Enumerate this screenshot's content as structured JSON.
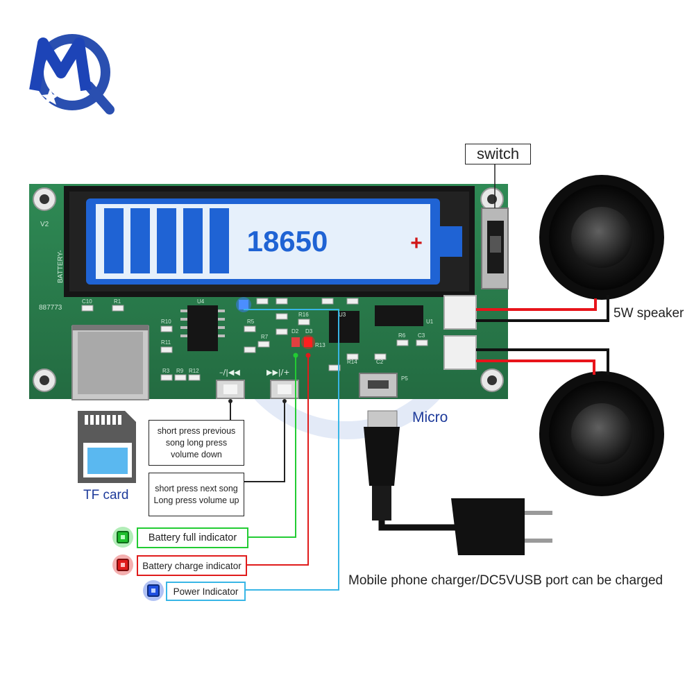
{
  "board": {
    "battery_text": "18650",
    "plus_sign": "+",
    "silk_battery": "BATTERY-",
    "silk_version": "V2",
    "silk_code": "887773",
    "silk_prev": "–/|◀◀",
    "silk_next": "▶▶|/+",
    "silk_refs": {
      "c10": "C10",
      "r1": "R1",
      "u4": "U4",
      "r10": "R10",
      "r11": "R11",
      "r3": "R3",
      "r9": "R9",
      "r12": "R12",
      "d2": "D2",
      "d3": "D3",
      "r13": "R13",
      "r14": "R14",
      "r16": "R16",
      "u3": "U3",
      "c2": "C2",
      "p5": "P5",
      "u1": "U1",
      "r6": "R6",
      "c3": "C3",
      "r7": "R7",
      "r5": "R5"
    }
  },
  "labels": {
    "switch": "switch",
    "speaker": "5W speaker",
    "micro": "Micro",
    "tf_card": "TF card",
    "charger": "Mobile phone charger/DC5VUSB port can be charged",
    "prev_button": "short press previous song long press volume down",
    "next_button": "short press next song Long press volume up",
    "battery_full": "Battery full indicator",
    "battery_charge": "Battery charge indicator",
    "power_indicator": "Power Indicator"
  },
  "colors": {
    "pcb": "#2e7d4f",
    "battery_blue": "#1f63d4",
    "battery_face": "#e6f0fb",
    "led_green": "#22cc33",
    "led_red": "#e01b1b",
    "led_blue": "#2050e0",
    "callout_cyan": "#38b6e6",
    "wire_red": "#e8141b",
    "logo_blue": "#2a4fb0"
  },
  "icons": [
    "mq-logo-icon",
    "sd-card-icon",
    "speaker-icon",
    "usb-plug-icon",
    "wall-charger-icon",
    "led-icon"
  ]
}
